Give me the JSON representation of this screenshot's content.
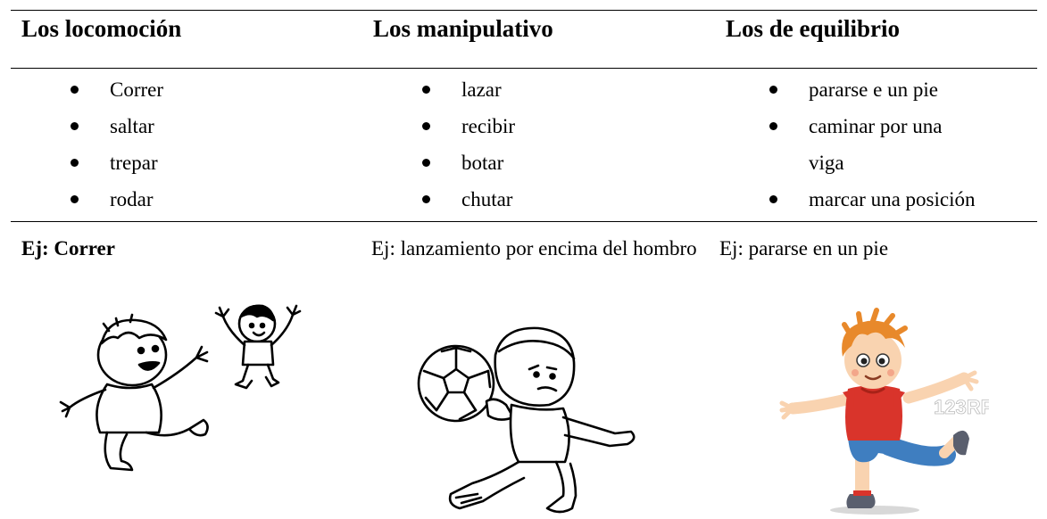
{
  "headers": {
    "locomocion": "Los locomoción",
    "manipulativo": "Los manipulativo",
    "equilibrio": "Los de equilibrio"
  },
  "lists": {
    "locomocion": [
      "Correr",
      "saltar",
      "trepar",
      "rodar"
    ],
    "manipulativo": [
      "lazar",
      "recibir",
      "botar",
      "chutar"
    ],
    "equilibrio": {
      "item1": "pararse e un pie",
      "item2_line1": "caminar por una",
      "item2_line2": "viga",
      "item3": "marcar una posición"
    }
  },
  "examples": {
    "locomocion": "Ej: Correr",
    "manipulativo": "Ej: lanzamiento por encima del hombro",
    "equilibrio": "Ej: pararse en un pie"
  },
  "illustrations": {
    "running_kids": "running-children-drawing",
    "ball_kid": "child-holding-ball-drawing",
    "balance_kid": "child-balancing-one-foot-color",
    "balance_watermark": "123RF",
    "colors": {
      "hair": "#e8892b",
      "shirt": "#d9342b",
      "shorts": "#3f7ec0",
      "skin": "#f9d3b0",
      "shoe": "#5a5f6e"
    }
  }
}
